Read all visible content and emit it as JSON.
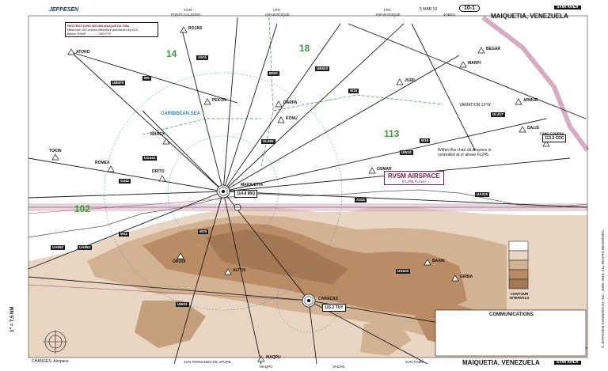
{
  "header": {
    "brand": "JEPPESEN",
    "date": "5 MAR 10",
    "chart_id": "10-1",
    "title": "MAIQUETIA, VENEZUELA",
    "region": "SVMI AREA",
    "top_fixes": [
      "COO",
      "PUNTA CALIGIDO",
      "LRS",
      "GRAN ROQUE",
      "LRS",
      "GRAN ROQUE",
      "JONES"
    ]
  },
  "footer": {
    "title": "MAIQUETIA, VENEZUELA",
    "region": "SVMI AREA",
    "changes": "CHANGES: Airspace.",
    "bottom_labels": [
      "SAN FERNANDO DE APURE",
      "MAQPU",
      "VAGAN",
      "SAN TOME"
    ],
    "left_scale": "1\" = 7.5 NM",
    "copyright": "© JEPPESEN SANDERSON, INC., 2009, 2010. ALL RIGHTS RESERVED."
  },
  "notes": {
    "restriction_title": "RESTRICTIONS WITHIN MAIQUETIA TMA",
    "restriction_1": "Maximum IAS unless otherwise authorized by ATC.",
    "restriction_2": "Below 10000' ............ 250 KTS",
    "airspace_note": "Within this chart all airspace is controlled at or above FL245.",
    "rvsm": "RVSM AIRSPACE",
    "rvsm_range": "(FL290-FL410)",
    "caribbean": "CARIBBEAN SEA",
    "variation": "VARIATION 13°W",
    "contour": "CONTOUR INTERVALS",
    "communications_title": "COMMUNICATIONS"
  },
  "sectors": {
    "s14": "14",
    "s18": "18",
    "s113": "113",
    "s102": "102"
  },
  "navaids": {
    "maiquetia_freq": "114.8 MIQ",
    "caracas_freq": "115.2 TUY",
    "cdc_freq": "113.2 CDC",
    "maiquetia_label": "MAIQUETIA",
    "caracas_label": "CARACAS"
  },
  "fixes": [
    {
      "name": "ATONO"
    },
    {
      "name": "ROJAS"
    },
    {
      "name": "PEKON"
    },
    {
      "name": "DARPA"
    },
    {
      "name": "KONU"
    },
    {
      "name": "MAREX"
    },
    {
      "name": "DRITO"
    },
    {
      "name": "ROMEX"
    },
    {
      "name": "TOKIN"
    },
    {
      "name": "OSMAR"
    },
    {
      "name": "JURIL"
    },
    {
      "name": "MARPI"
    },
    {
      "name": "BEGAR"
    },
    {
      "name": "ARMUR"
    },
    {
      "name": "DALIS"
    },
    {
      "name": "CABO CODERA"
    },
    {
      "name": "ORODI"
    },
    {
      "name": "ALTOS"
    },
    {
      "name": "BAXIN"
    },
    {
      "name": "GIRBA"
    },
    {
      "name": "MAQPU"
    }
  ],
  "airways": [
    "UA552",
    "UB879",
    "A574",
    "W6",
    "UG442",
    "UL655",
    "UB520",
    "G442",
    "UW10",
    "W19",
    "A315",
    "UA315",
    "W15",
    "UL417",
    "W11",
    "B520",
    "UA552",
    "W20",
    "UW23",
    "UG633"
  ],
  "colors": {
    "terrain_light": "#e6d2bd",
    "terrain_mid": "#cda887",
    "terrain_dark": "#a77a55",
    "airway": "#1b1b1b",
    "rvsm": "#8a1a4a",
    "sector": "#3c9a3c",
    "rings": "#2c89b8"
  }
}
